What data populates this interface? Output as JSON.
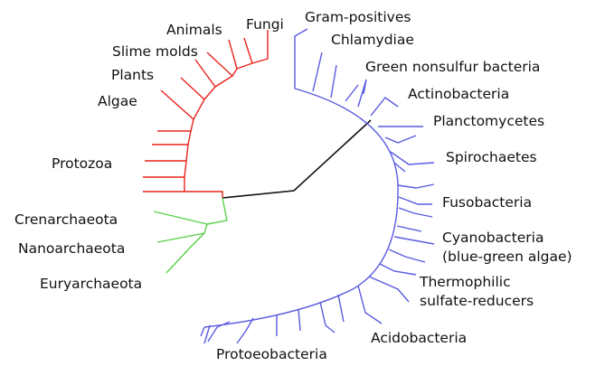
{
  "colors": {
    "eukaryota": "#e8231d",
    "archaea": "#5ad04a",
    "bacteria": "#5a5be0",
    "root": "#111111"
  },
  "labels": {
    "animals": "Animals",
    "fungi": "Fungi",
    "slime_molds": "Slime molds",
    "plants": "Plants",
    "algae": "Algae",
    "protozoa": "Protozoa",
    "crenarchaeota": "Crenarchaeota",
    "nanoarchaeota": "Nanoarchaeota",
    "euryarchaeota": "Euryarchaeota",
    "gram_positives": "Gram-positives",
    "chlamydiae": "Chlamydiae",
    "green_nonsulfur": "Green nonsulfur bacteria",
    "actinobacteria": "Actinobacteria",
    "planctomycetes": "Planctomycetes",
    "spirochaetes": "Spirochaetes",
    "fusobacteria": "Fusobacteria",
    "cyanobacteria_1": "Cyanobacteria",
    "cyanobacteria_2": "(blue-green algae)",
    "thermophilic_1": "Thermophilic",
    "thermophilic_2": "sulfate-reducers",
    "acidobacteria": "Acidobacteria",
    "protoeobacteria": "Protoeobacteria"
  }
}
